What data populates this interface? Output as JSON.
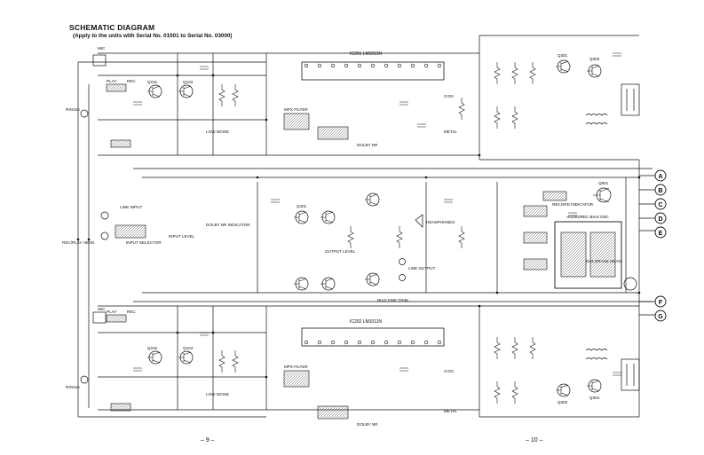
{
  "header": {
    "title": "SCHEMATIC DIAGRAM",
    "subtitle": "(Apply to the units with Serial No. 01001 to Serial No. 03000)"
  },
  "pages": {
    "left": "– 9 –",
    "right": "– 10 –"
  },
  "terminals": [
    "A",
    "B",
    "C",
    "D",
    "E",
    "F",
    "G"
  ],
  "labels": {
    "rec_play_head": "REC/PLAY HEAD",
    "erase_head": "EH1 ERASE HEAD",
    "headphones": "HEADPHONES",
    "line_output": "LINE OUTPUT",
    "line_input": "LINE INPUT",
    "mic": "MIC",
    "input_level": "INPUT LEVEL",
    "output_level": "OUTPUT LEVEL",
    "input_selector": "INPUT SELECTOR",
    "bias_fine_trim": "BIAS FINE TRIM",
    "bias_osc": "AUDIO/REC BIAS OSC",
    "mpx_filter_top": "MPX FILTER",
    "mpx_filter_bottom": "MPX FILTER",
    "dolby_top": "DOLBY NR",
    "dolby_bottom": "DOLBY NR",
    "dolby_indicator": "DOLBY NR INDICATOR",
    "low_noise_top": "LOW NOISE",
    "low_noise_bottom": "LOW NOISE",
    "metal_top": "METAL",
    "metal_bottom": "METAL",
    "crom_top": "CrO2",
    "crom_bottom": "CrO2",
    "ic201": "IC201 LM1011N",
    "ic202": "IC202 LM1011N",
    "rec_indicator": "RECORD INDICATOR",
    "sw_play_rec_top": "PLAY",
    "sw_play_rec_bottom": "PLAY",
    "rec_label": "REC",
    "q101": "Q101",
    "q102": "Q102",
    "q103": "Q103",
    "q104": "Q104",
    "q301": "Q301",
    "q302": "Q302",
    "q303": "Q303",
    "q304": "Q304",
    "q401": "Q401",
    "q501": "Q501",
    "jack_r": "RIN15A",
    "jack_l": "RIN15A"
  }
}
